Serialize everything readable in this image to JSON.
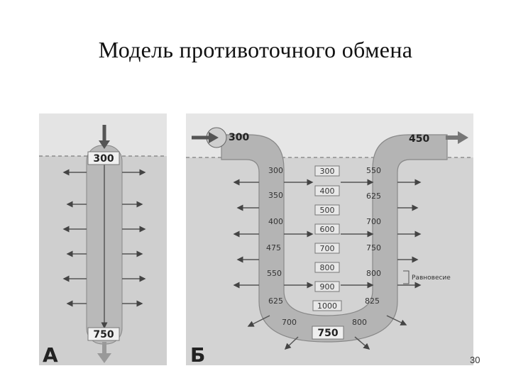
{
  "title": "Модель противоточного обмена",
  "page_number": "30",
  "panel_a": {
    "letter": "А",
    "top_value": "300",
    "bottom_value": "750"
  },
  "panel_b": {
    "letter": "Б",
    "inflow_value": "300",
    "outflow_value": "450",
    "bottom_value": "750",
    "side_label": "Равновесие",
    "descending_limb": [
      "300",
      "350",
      "400",
      "475",
      "550",
      "625",
      "700"
    ],
    "interstitium": [
      "300",
      "400",
      "500",
      "600",
      "700",
      "800",
      "900",
      "1000"
    ],
    "ascending_limb": [
      "550",
      "625",
      "700",
      "750",
      "800",
      "825",
      "800"
    ]
  }
}
